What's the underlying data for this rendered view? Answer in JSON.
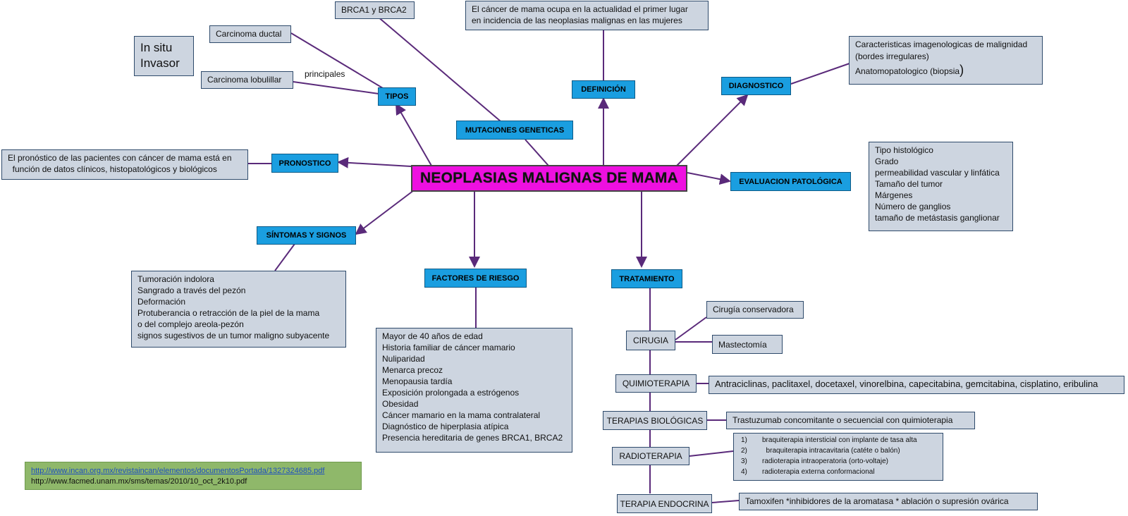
{
  "center": {
    "title": "NEOPLASIAS MALIGNAS DE MAMA"
  },
  "branches": {
    "tipos": "TIPOS",
    "mutaciones": "MUTACIONES GENETICAS",
    "definicion": "DEFINICIÓN",
    "diagnostico": "DIAGNOSTICO",
    "evaluacion": "EVALUACION PATOLÓGICA",
    "pronostico": "PRONOSTICO",
    "sintomas": "SÍNTOMAS Y SIGNOS",
    "factores": "FACTORES DE RIESGO",
    "tratamiento": "TRATAMIENTO"
  },
  "tipos": {
    "ductal": "Carcinoma ductal",
    "lobulillar": "Carcinoma lobulillar",
    "principales": "principales",
    "insitu": [
      "In situ",
      "Invasor"
    ]
  },
  "mutaciones": {
    "brca": "BRCA1  y  BRCA2"
  },
  "definicion": {
    "lines": [
      "El cáncer de mama ocupa en la actualidad el primer lugar",
      "en incidencia de las neoplasias malignas en las mujeres"
    ]
  },
  "diagnostico": {
    "lines": [
      "Caracteristicas imagenologicas de malignidad",
      "(bordes irregulares)",
      "Anatomopatologico (biopsia"
    ],
    "paren": ")"
  },
  "evaluacion": {
    "lines": [
      "Tipo histológico",
      "Grado",
      "permeabilidad vascular y linfática",
      "Tamaño del tumor",
      "Márgenes",
      "Número de ganglios",
      "tamaño de metástasis ganglionar"
    ]
  },
  "pronostico": {
    "lines": [
      "El pronóstico de las pacientes con cáncer de mama está en",
      "  función de datos clínicos, histopatológicos y biológicos"
    ]
  },
  "sintomas": {
    "lines": [
      "Tumoración indolora",
      "Sangrado a través del pezón",
      "Deformación",
      "Protuberancia o retracción de la piel de la mama",
      "o del complejo areola-pezón",
      "signos sugestivos de un tumor maligno subyacente"
    ]
  },
  "factores": {
    "lines": [
      "Mayor de 40 años de edad",
      "Historia familiar de cáncer mamario",
      "Nuliparidad",
      "Menarca precoz",
      "Menopausia tardía",
      "Exposición prolongada a estrógenos",
      "Obesidad",
      "Cáncer mamario en la mama contralateral",
      "Diagnóstico de hiperplasia atípica",
      "Presencia hereditaria de genes BRCA1, BRCA2"
    ]
  },
  "tratamiento": {
    "cirugia": "CIRUGIA",
    "conservadora": "Cirugía conservadora",
    "mastectomia": "Mastectomía",
    "quimio": "QUIMIOTERAPIA",
    "quimio_detail": "Antraciclinas,  paclitaxel,  docetaxel,  vinorelbina,  capecitabina,  gemcitabina,  cisplatino,  eribulina",
    "biologicas": "TERAPIAS  BIOLÓGICAS",
    "biologicas_detail": "Trastuzumab concomitante o secuencial con quimioterapia",
    "radio": "RADIOTERAPIA",
    "radio_items": [
      {
        "num": "1)",
        "text": "braquiterapia intersticial con implante de tasa alta"
      },
      {
        "num": "2)",
        "text": "  braquiterapia intracavitaria (catéte o balón)"
      },
      {
        "num": "3)",
        "text": "radioterapia intraoperatoria (orto-voltaje)"
      },
      {
        "num": "4)",
        "text": "radioterapia externa conformacional"
      }
    ],
    "endocrina": "TERAPIA ENDOCRINA",
    "endocrina_detail": "Tamoxifen *inhibidores de la aromatasa * ablación o supresión ovárica"
  },
  "references": {
    "link1": "http://www.incan.org.mx/revistaincan/elementos/documentosPortada/1327324685.pdf",
    "link2": "http://www.facmed.unam.mx/sms/temas/2010/10_oct_2k10.pdf"
  },
  "colors": {
    "center": "#ee10e0",
    "branch": "#1a9ee0",
    "detail": "#cdd5e0",
    "connector": "#5a2a7a",
    "references_bg": "#8fb86a"
  }
}
